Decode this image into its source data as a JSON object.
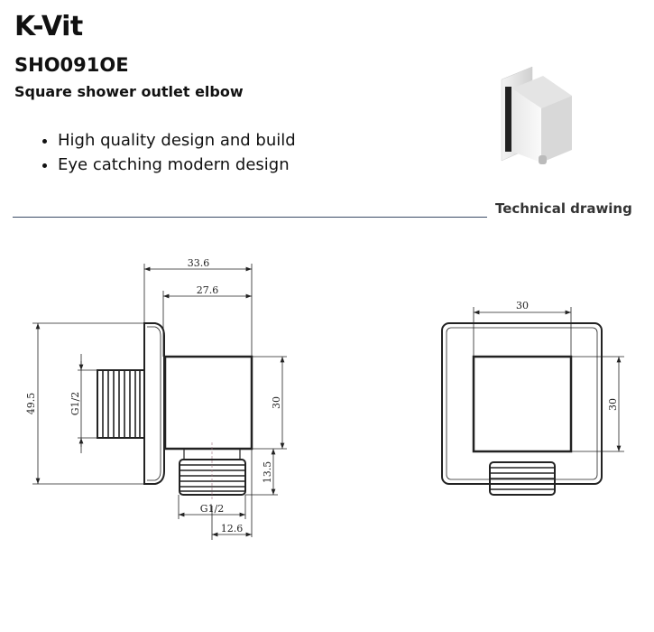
{
  "header": {
    "brand": "K-Vit",
    "product_code": "SHO091OE",
    "description": "Square shower outlet elbow"
  },
  "features": [
    "High quality design and build",
    "Eye catching modern design"
  ],
  "section_title": "Technical drawing",
  "drawing": {
    "side_view": {
      "overall_depth": "33.6",
      "body_depth": "27.6",
      "overall_height": "49.5",
      "body_height": "30",
      "inlet_thread": "G1/2",
      "outlet_thread": "G1/2",
      "outlet_length": "13.5",
      "outlet_offset": "12.6"
    },
    "front_view": {
      "body_width": "30",
      "body_height": "30"
    }
  }
}
